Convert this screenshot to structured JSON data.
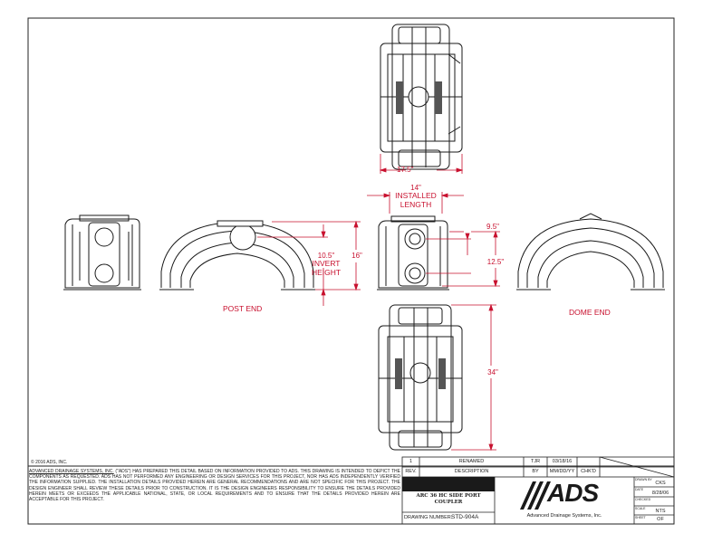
{
  "dimensions": {
    "width_top": "17.5\"",
    "installed_value": "14\"",
    "installed_l1": "INSTALLED",
    "installed_l2": "LENGTH",
    "invert_value": "10.5\"",
    "invert_l1": "INVERT",
    "invert_l2": "HEIGHT",
    "height": "16\"",
    "port_top": "9.5\"",
    "port_side": "12.5\"",
    "length_bottom": "34\""
  },
  "labels": {
    "post_end": "POST END",
    "dome_end": "DOME END"
  },
  "copyright": "© 2016 ADS, INC.",
  "disclaimer": {
    "company": "ADVANCED DRAINAGE SYSTEMS, INC.",
    "text": " (\"ADS\") HAS PREPARED THIS DETAIL BASED ON INFORMATION PROVIDED TO ADS. THIS DRAWING IS INTENDED TO DEPICT THE COMPONENTS AS REQUESTED. ADS HAS NOT PERFORMED ANY ENGINEERING OR DESIGN SERVICES FOR THIS PROJECT, NOR HAS ADS INDEPENDENTLY VERIFIED THE INFORMATION SUPPLIED. THE INSTALLATION DETAILS PROVIDED HEREIN ARE GENERAL RECOMMENDATIONS AND ARE NOT SPECIFIC FOR THIS PROJECT. THE DESIGN ENGINEER SHALL REVIEW THESE DETAILS PRIOR TO CONSTRUCTION. IT IS THE DESIGN ENGINEERS RESPONSIBILITY TO ENSURE THE DETAILS PROVIDED HEREIN MEETS OR EXCEEDS THE APPLICABLE NATIONAL, STATE, OR LOCAL REQUIREMENTS AND TO ENSURE THAT THE DETAILS PROVIDED HEREIN ARE ACCEPTABLE FOR THIS PROJECT."
  },
  "revisions": {
    "row": {
      "rev": "1",
      "description": "RENAMED",
      "by": "TJR",
      "date": "03/18/16",
      "chkd": ""
    },
    "header": {
      "rev": "REV.",
      "description": "DESCRIPTION",
      "by": "BY",
      "date": "MM/DD/YY",
      "chkd": "CHK'D"
    }
  },
  "title_block": {
    "title_l1": "ARC 36 HC SIDE PORT",
    "title_l2": "COUPLER",
    "drawing_number_label": "DRAWING NUMBER:",
    "drawing_number": "STD-904A",
    "logo_text": "ADS",
    "logo_sub": "Advanced Drainage Systems, Inc.",
    "drawn_by_label": "DRAWN BY",
    "drawn_by": "CKS",
    "date_label": "DATE",
    "date": "8/28/06",
    "checked_label": "CHECKED",
    "checked": "",
    "scale_label": "SCALE",
    "scale": "NTS",
    "sheet_label": "SHEET",
    "sheet": "OF"
  },
  "colors": {
    "dimension": "#c8102e",
    "line": "#1a1a1a"
  }
}
